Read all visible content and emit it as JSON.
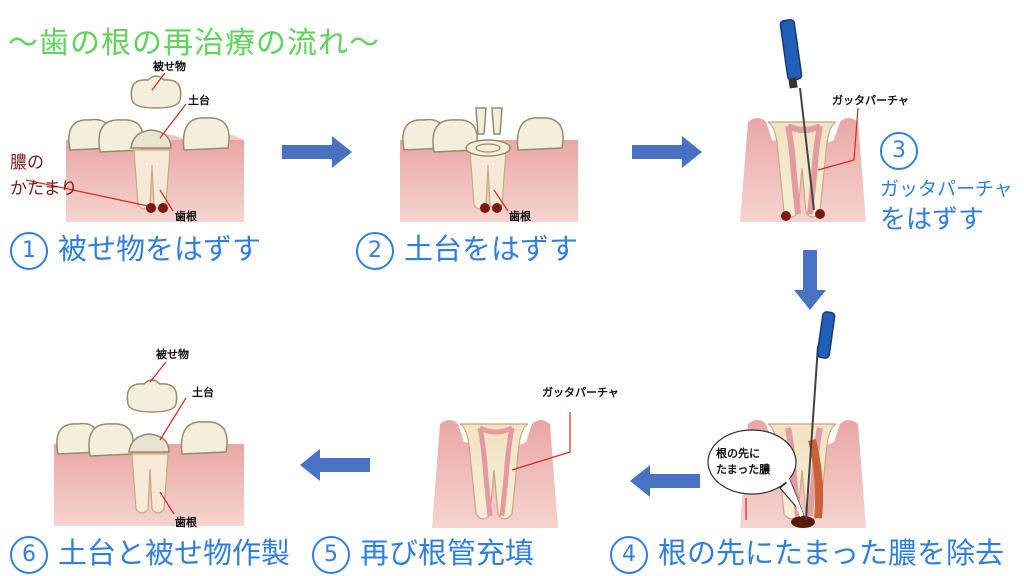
{
  "title": "〜歯の根の再治療の流れ〜",
  "labels": {
    "crown": "被せ物",
    "core": "土台",
    "root": "歯根",
    "gutta": "ガッタパーチャ",
    "pus_line1": "膿の",
    "pus_line2": "かたまり",
    "bubble_line1": "根の先に",
    "bubble_line2": "たまった膿"
  },
  "steps": [
    {
      "num": "1",
      "text": "被せ物をはずす"
    },
    {
      "num": "2",
      "text": "土台をはずす"
    },
    {
      "num": "3",
      "text_line1": "ガッタパーチャ",
      "text_line2": "をはずす"
    },
    {
      "num": "4",
      "text": "根の先にたまった膿を除去"
    },
    {
      "num": "5",
      "text": "再び根管充填"
    },
    {
      "num": "6",
      "text": "土台と被せ物作製"
    }
  ],
  "colors": {
    "arrow": "#4a72c4",
    "accent_green": "#5fd35a",
    "step_blue": "#2f7fe0",
    "gum": "#e8a4a4",
    "tooth": "#f3efdc",
    "leader": "#d42a1e",
    "file_handle": "#1f5fb8"
  }
}
